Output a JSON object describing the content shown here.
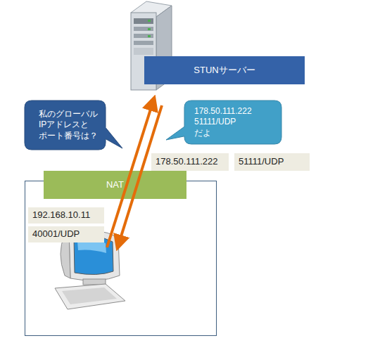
{
  "diagram": {
    "nodes": [
      {
        "text": [
          "STUNサーバー"
        ]
      },
      {
        "text": [
          "私のグローバル IPアドレスと ポート番号は？"
        ]
      },
      {
        "text": [
          "178.50.111.222 51111/UDP だよ"
        ]
      },
      {
        "text": [
          "178.50.111.222"
        ]
      },
      {
        "text": [
          "51111/UDP"
        ]
      },
      {
        "text": [
          "NAT"
        ]
      },
      {
        "text": [
          "192.168.10.11"
        ]
      },
      {
        "text": [
          "40001/UDP"
        ]
      }
    ]
  }
}
